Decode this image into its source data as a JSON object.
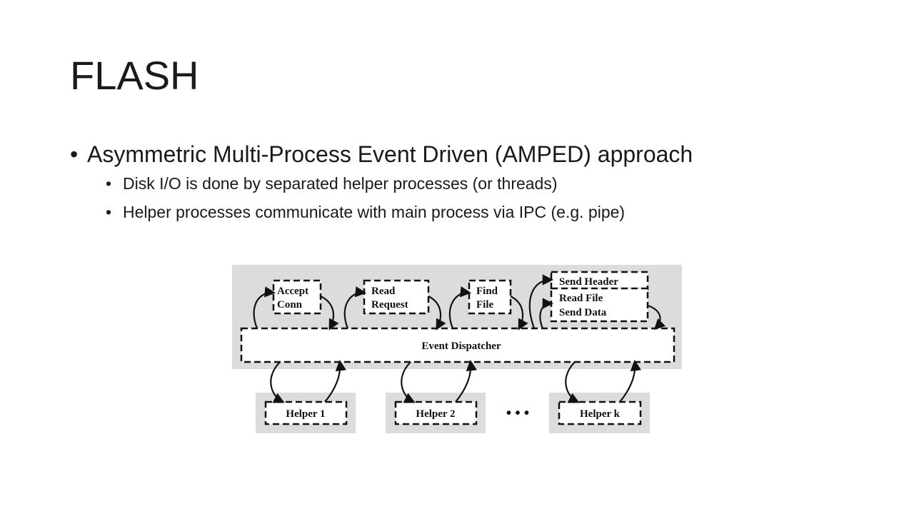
{
  "slide": {
    "title": "FLASH",
    "bullet_main": "Asymmetric Multi-Process Event Driven (AMPED) approach",
    "sub_bullets": [
      "Disk I/O is done by separated helper processes (or threads)",
      "Helper processes communicate with main process via IPC (e.g. pipe)"
    ]
  },
  "diagram": {
    "stages": {
      "accept_line1": "Accept",
      "accept_line2": "Conn",
      "read_line1": "Read",
      "read_line2": "Request",
      "find_line1": "Find",
      "find_line2": "File",
      "send_header": "Send Header",
      "read_file": "Read File",
      "send_data": "Send Data"
    },
    "dispatcher": "Event Dispatcher",
    "helpers": [
      "Helper 1",
      "Helper 2",
      "Helper k"
    ],
    "ellipsis": "• • •",
    "colors": {
      "background": "#dcdcdc",
      "box_fill": "#ffffff",
      "line": "#111111"
    }
  }
}
